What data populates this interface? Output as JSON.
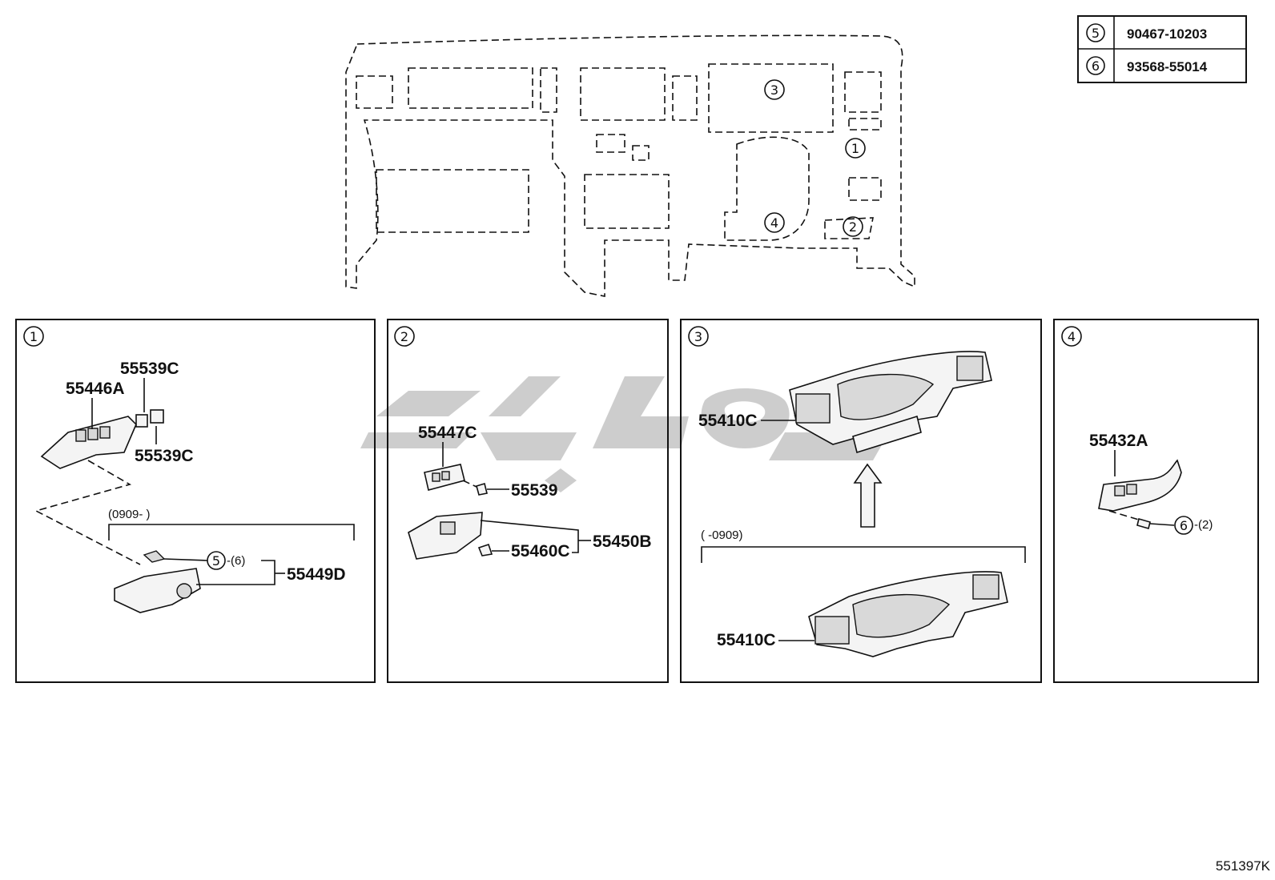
{
  "fastener_table": [
    {
      "ref": "5",
      "part_no": "90467-10203"
    },
    {
      "ref": "6",
      "part_no": "93568-55014"
    }
  ],
  "overview": {
    "callouts": [
      "3",
      "1",
      "4",
      "2"
    ]
  },
  "panels": [
    {
      "ref": "1",
      "labels": {
        "a": "55446A",
        "b": "55539C",
        "c": "55539C",
        "d": "55449D",
        "date_range": "(0909-      )",
        "fastener_ref": "5",
        "fastener_qty": "-(6)"
      }
    },
    {
      "ref": "2",
      "labels": {
        "a": "55447C",
        "b": "55539",
        "c": "55460C",
        "d": "55450B"
      }
    },
    {
      "ref": "3",
      "labels": {
        "a": "55410C",
        "b": "55410C",
        "date_range": "(      -0909)"
      }
    },
    {
      "ref": "4",
      "labels": {
        "a": "55432A",
        "fastener_ref": "6",
        "fastener_qty": "-(2)"
      }
    }
  ],
  "figure_number": "551397K"
}
